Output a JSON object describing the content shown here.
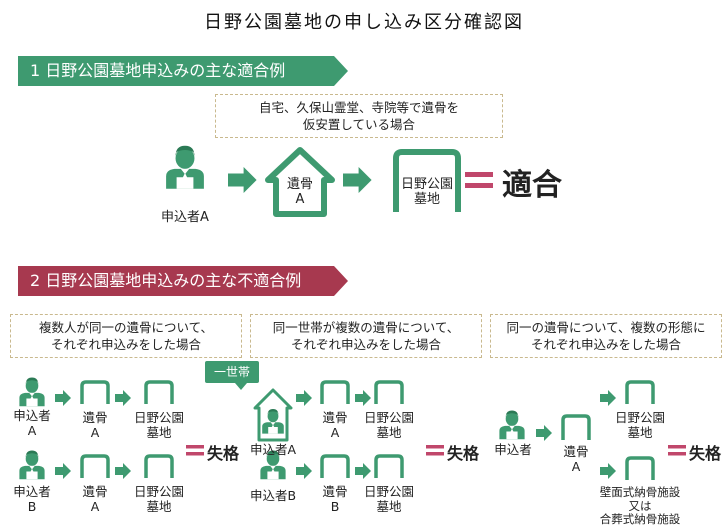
{
  "title": "日野公園墓地の申し込み区分確認図",
  "section1": {
    "banner": "1 日野公園墓地申込みの主な適合例",
    "note": [
      "自宅、久保山霊堂、寺院等で遺骨を",
      "仮安置している場合"
    ],
    "applicant": "申込者A",
    "remains": [
      "遺骨",
      "A"
    ],
    "cemetery": [
      "日野公園",
      "墓地"
    ],
    "result": "適合"
  },
  "section2": {
    "banner": "2 日野公園墓地申込みの主な不適合例",
    "result": "失格",
    "case1": {
      "note": [
        "複数人が同一の遺骨について、",
        "それぞれ申込みをした場合"
      ],
      "row1": {
        "applicant": [
          "申込者",
          "A"
        ],
        "remains": [
          "遺骨",
          "A"
        ],
        "cemetery": [
          "日野公園",
          "墓地"
        ]
      },
      "row2": {
        "applicant": [
          "申込者",
          "B"
        ],
        "remains": [
          "遺骨",
          "A"
        ],
        "cemetery": [
          "日野公園",
          "墓地"
        ]
      }
    },
    "case2": {
      "note": [
        "同一世帯が複数の遺骨について、",
        "それぞれ申込みをした場合"
      ],
      "household_tag": "一世帯",
      "row1": {
        "applicant": "申込者A",
        "remains": [
          "遺骨",
          "A"
        ],
        "cemetery": [
          "日野公園",
          "墓地"
        ]
      },
      "row2": {
        "applicant": "申込者B",
        "remains": [
          "遺骨",
          "B"
        ],
        "cemetery": [
          "日野公園",
          "墓地"
        ]
      }
    },
    "case3": {
      "note": [
        "同一の遺骨について、複数の形態に",
        "それぞれ申込みをした場合"
      ],
      "applicant": "申込者",
      "remains": [
        "遺骨",
        "A"
      ],
      "cemetery": [
        "日野公園",
        "墓地"
      ],
      "other_facility": [
        "壁面式納骨施設",
        "又は",
        "合葬式納骨施設"
      ]
    }
  },
  "colors": {
    "green": "#3e9a70",
    "red": "#a7394f",
    "pink": "#c0476b",
    "dashed": "#c9b98e"
  },
  "icons": [
    "person-icon",
    "house-icon",
    "frame-icon",
    "arrow-right-icon",
    "equals-icon"
  ]
}
